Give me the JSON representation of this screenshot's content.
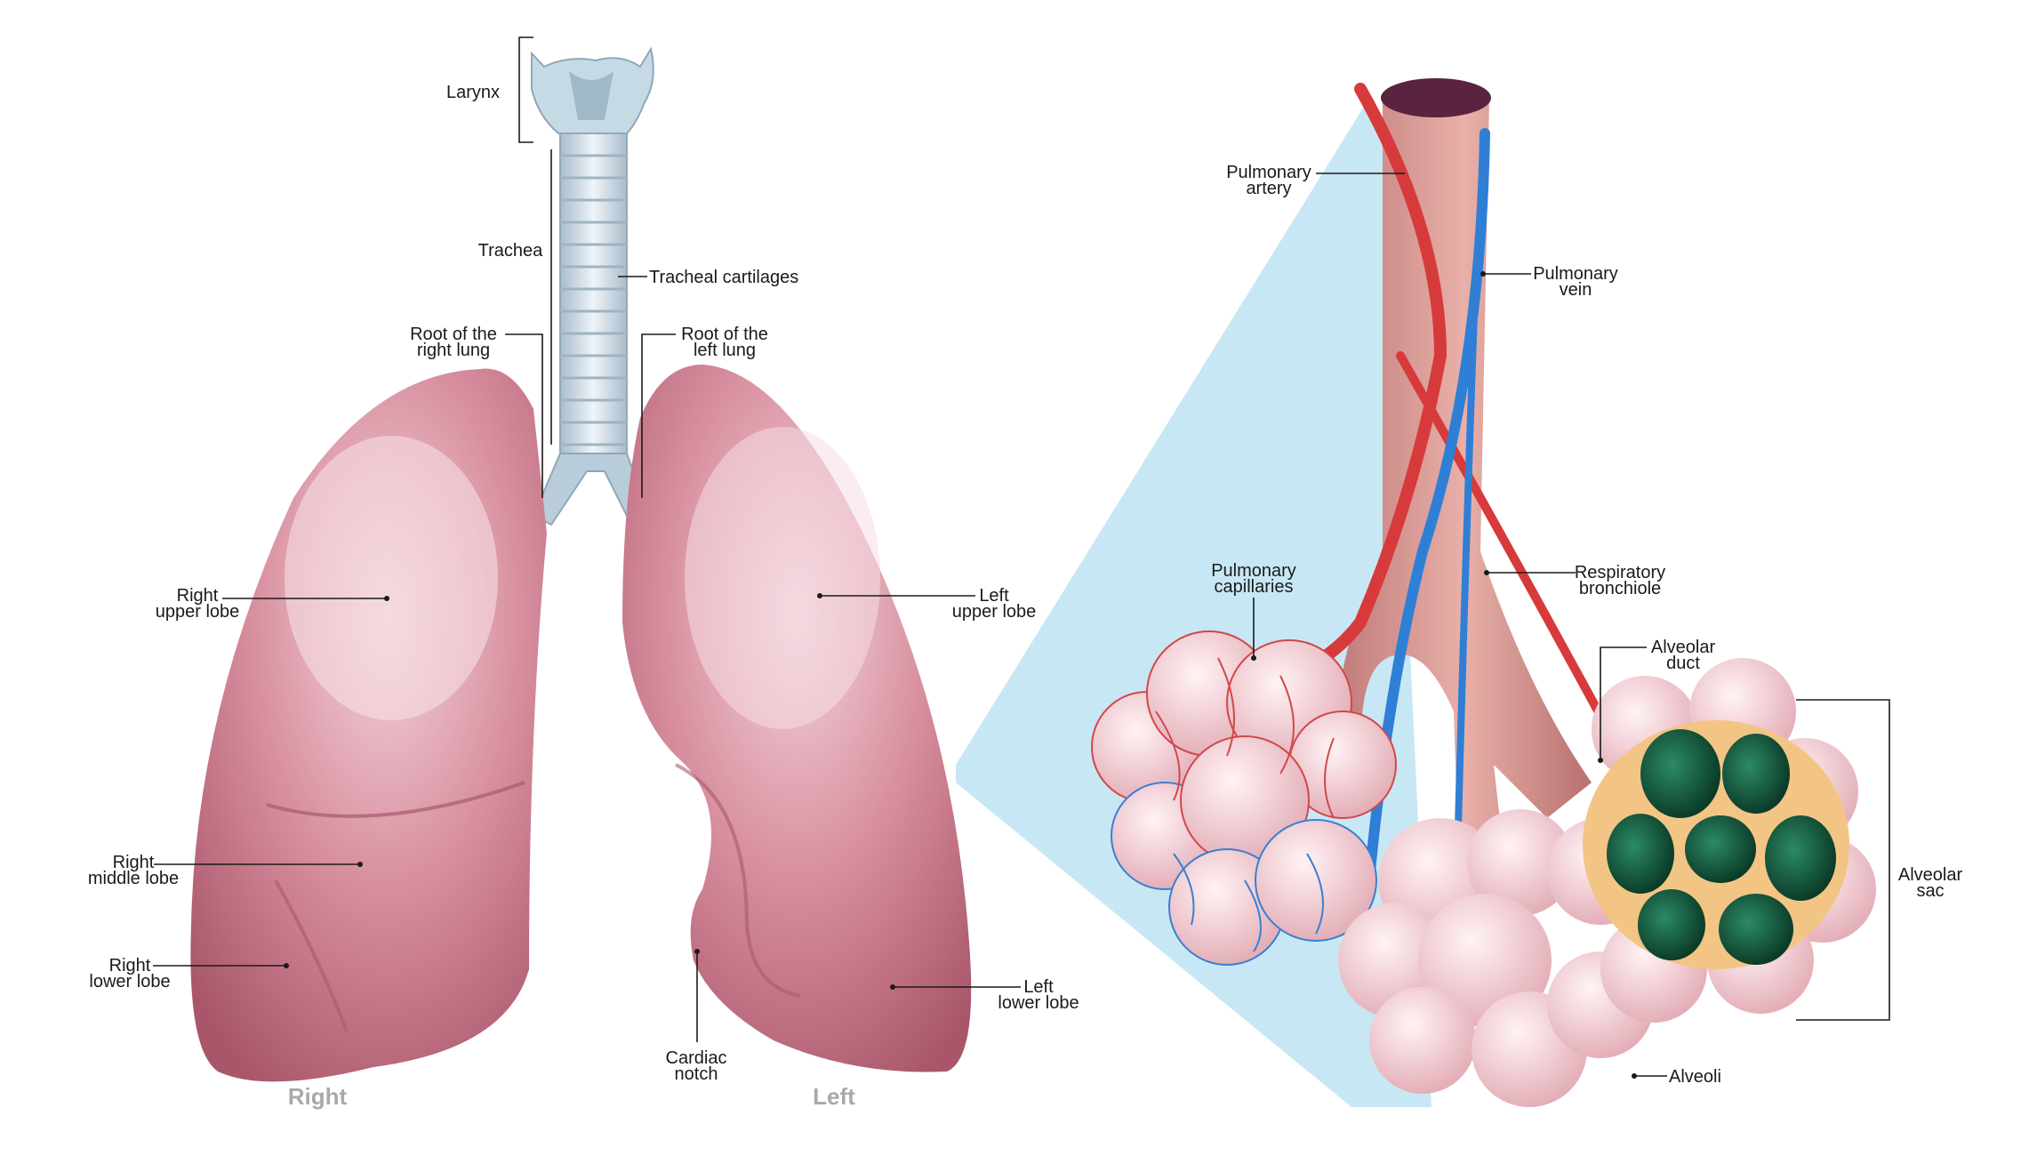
{
  "labels": {
    "larynx": [
      "Larynx"
    ],
    "trachea": [
      "Trachea"
    ],
    "tracheal_cartilages": [
      "Tracheal cartilages"
    ],
    "root_right_lung": [
      "Root of the",
      "right lung"
    ],
    "root_left_lung": [
      "Root of the",
      "left lung"
    ],
    "right_upper_lobe": [
      "Right",
      "upper lobe"
    ],
    "right_middle_lobe": [
      "Right",
      "middle lobe"
    ],
    "right_lower_lobe": [
      "Right",
      "lower lobe"
    ],
    "left_upper_lobe": [
      "Left",
      "upper lobe"
    ],
    "left_lower_lobe": [
      "Left",
      "lower lobe"
    ],
    "cardiac_notch": [
      "Cardiac",
      "notch"
    ],
    "pulmonary_artery": [
      "Pulmonary",
      "artery"
    ],
    "pulmonary_vein": [
      "Pulmonary",
      "vein"
    ],
    "pulmonary_capillaries": [
      "Pulmonary",
      "capillaries"
    ],
    "respiratory_bronchiole": [
      "Respiratory",
      "bronchiole"
    ],
    "alveolar_duct": [
      "Alveolar",
      "duct"
    ],
    "alveolar_sac": [
      "Alveolar",
      "sac"
    ],
    "alveoli": [
      "Alveoli"
    ]
  },
  "side_labels": {
    "right": "Right",
    "left": "Left"
  },
  "colors": {
    "lung": "#c46f80",
    "lung_light": "#f0c9d2",
    "trachea": "#c9d9e4",
    "artery": "#d73a3a",
    "vein": "#2f7fd6",
    "zoom_fill": "#c2e4f3",
    "alveolus": "#f1cfd4",
    "sac_interior": "#0f4a38",
    "sac_rim": "#f3c585"
  }
}
